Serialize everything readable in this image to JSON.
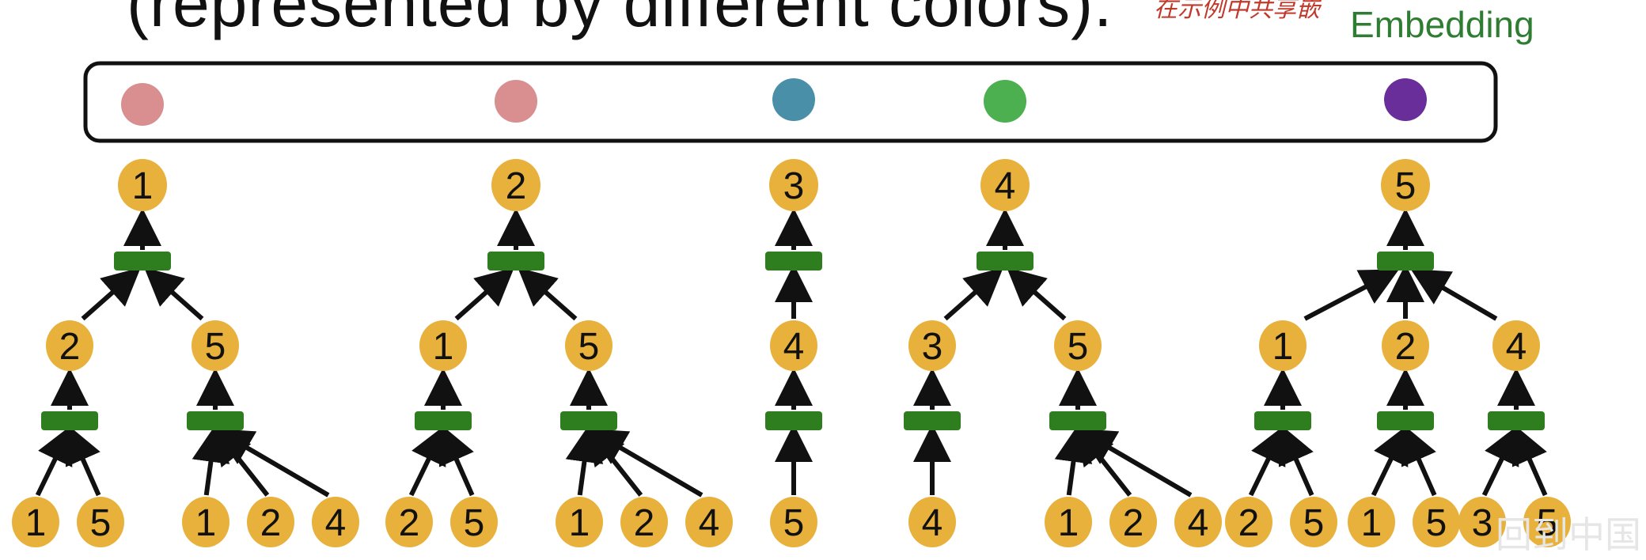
{
  "title": "(represented by different colors).",
  "handwritten_note": "在示例中共享嵌",
  "embedding_label": "Embedding",
  "watermark": "回到中国",
  "colors": {
    "node": "#E8B13C",
    "aggregator": "#2E7D1E",
    "edge": "#111111",
    "embedding_box_border": "#111111",
    "embedding_label": "#2E7D32"
  },
  "embedding_dots": [
    {
      "node": "1",
      "color": "#D98F90"
    },
    {
      "node": "2",
      "color": "#D98F90"
    },
    {
      "node": "3",
      "color": "#4A8FA8"
    },
    {
      "node": "4",
      "color": "#4CAF50"
    },
    {
      "node": "5",
      "color": "#6A2E9A"
    }
  ],
  "trees": [
    {
      "root": "1",
      "children": [
        {
          "label": "2",
          "leaves": [
            "1",
            "5"
          ]
        },
        {
          "label": "5",
          "leaves": [
            "1",
            "2",
            "4"
          ]
        }
      ]
    },
    {
      "root": "2",
      "children": [
        {
          "label": "1",
          "leaves": [
            "2",
            "5"
          ]
        },
        {
          "label": "5",
          "leaves": [
            "1",
            "2",
            "4"
          ]
        }
      ]
    },
    {
      "root": "3",
      "children": [
        {
          "label": "4",
          "leaves": [
            "5"
          ]
        }
      ]
    },
    {
      "root": "4",
      "children": [
        {
          "label": "3",
          "leaves": [
            "4"
          ]
        },
        {
          "label": "5",
          "leaves": [
            "1",
            "2",
            "4"
          ]
        }
      ]
    },
    {
      "root": "5",
      "children": [
        {
          "label": "1",
          "leaves": [
            "2",
            "5"
          ]
        },
        {
          "label": "2",
          "leaves": [
            "1",
            "5"
          ]
        },
        {
          "label": "4",
          "leaves": [
            "3",
            "5"
          ]
        }
      ]
    }
  ]
}
